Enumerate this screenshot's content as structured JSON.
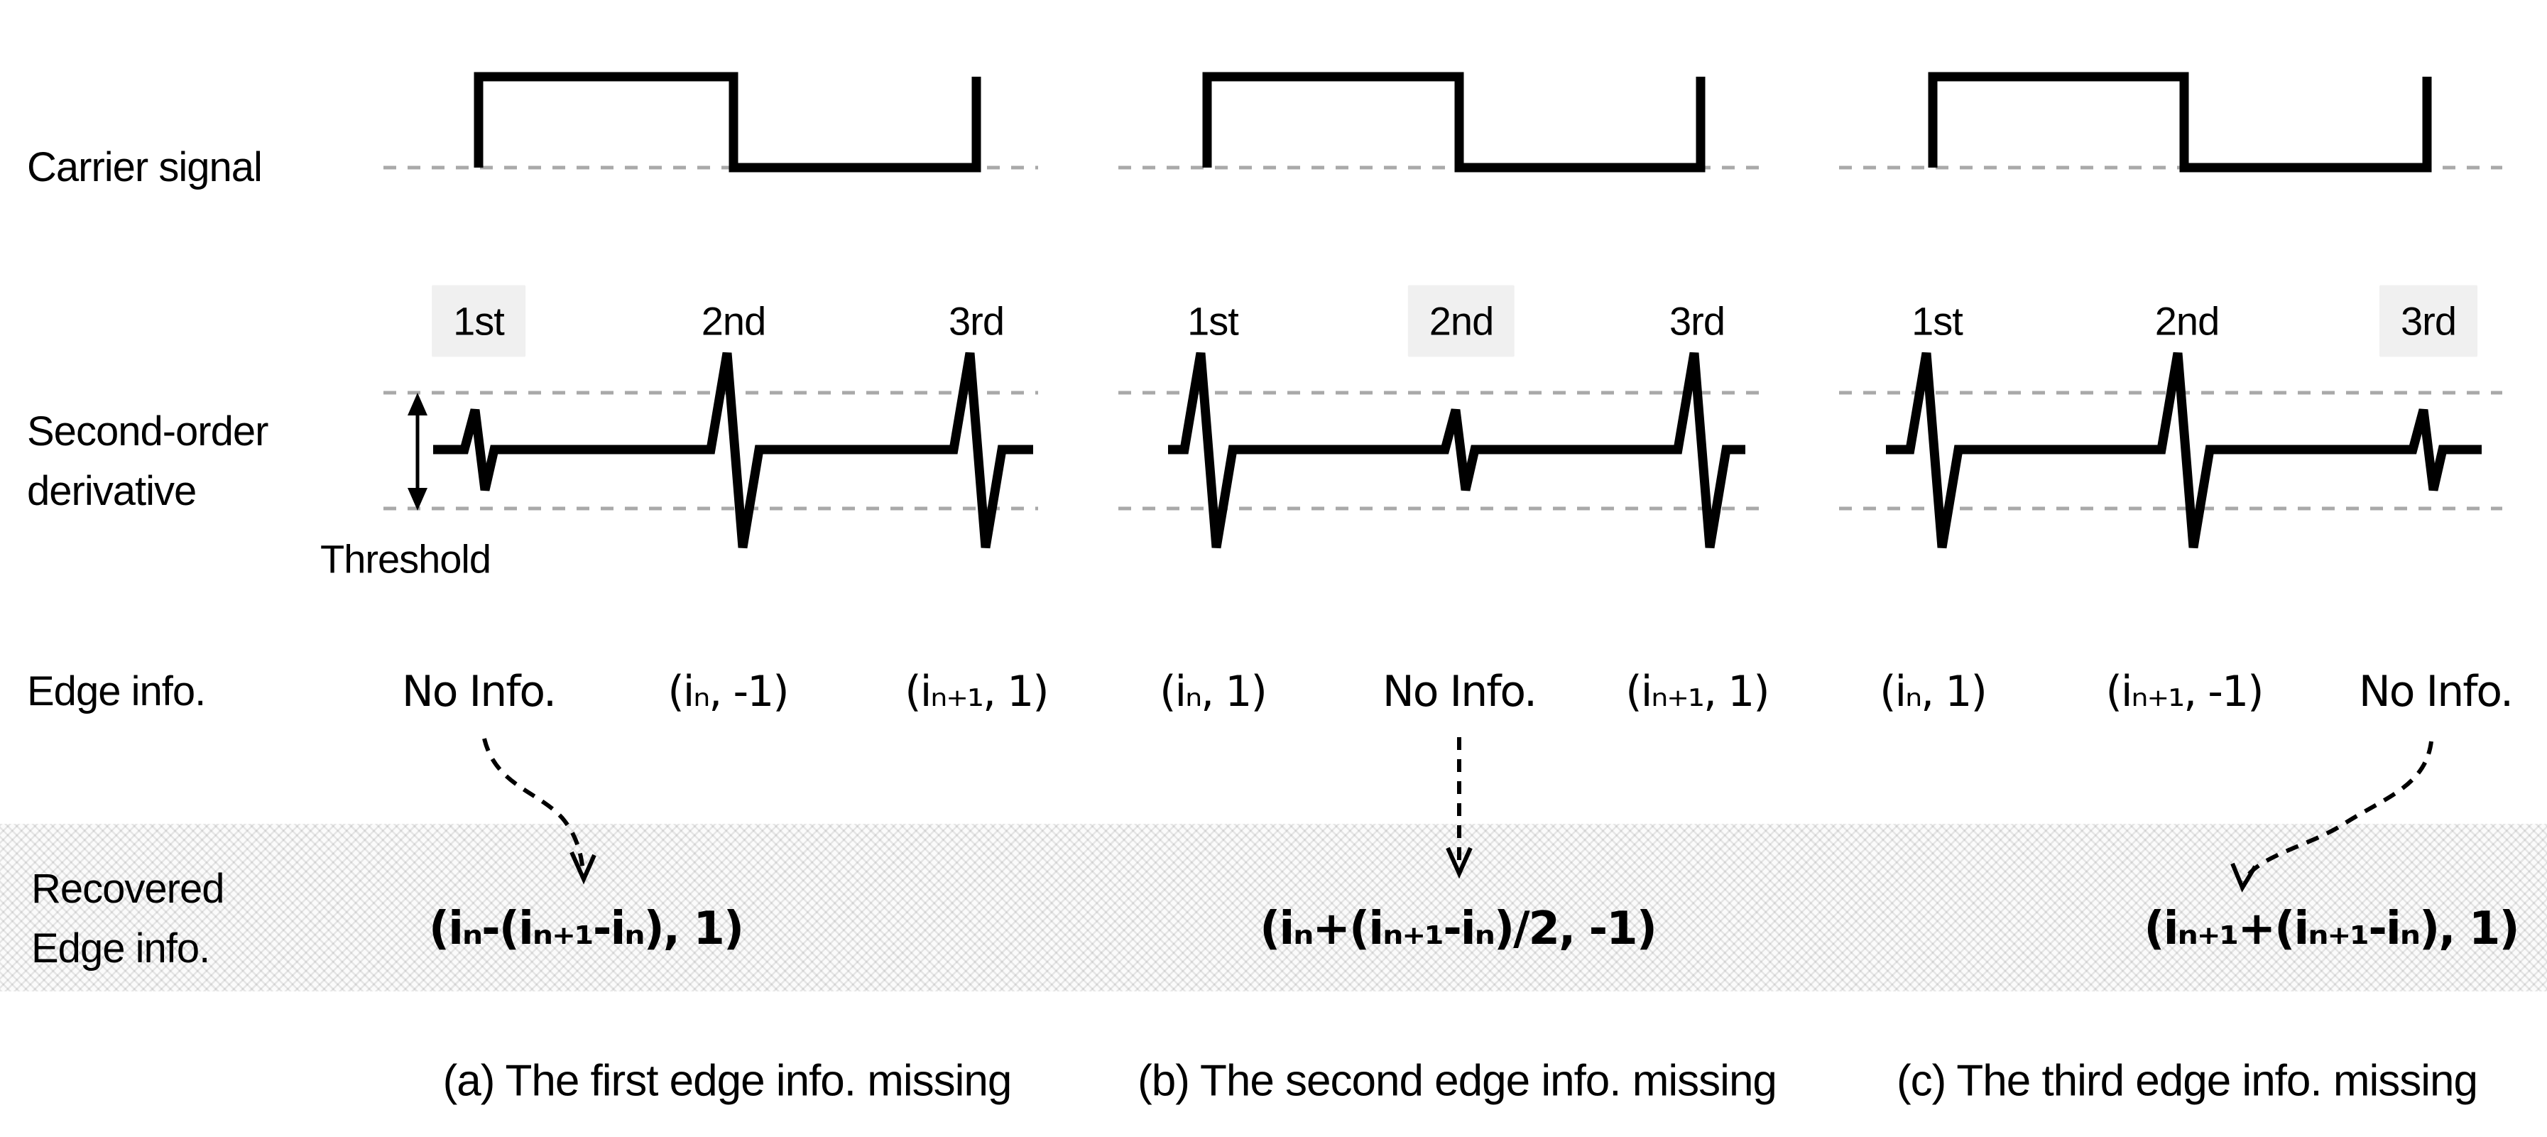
{
  "figure": {
    "labels": {
      "carrier": "Carrier signal",
      "derivative_line1": "Second-order",
      "derivative_line2": "derivative",
      "threshold": "Threshold",
      "edge_info": "Edge info.",
      "recovered_line1": "Recovered",
      "recovered_line2": "Edge info."
    },
    "panels": [
      {
        "id": "a",
        "caption": "(a) The first edge info. missing",
        "ordinals": [
          "1st",
          "2nd",
          "3rd"
        ],
        "highlighted_ordinal": "1st",
        "missing_edge": 1,
        "edge_info": [
          "No Info.",
          "(iₙ, -1)",
          "(iₙ₊₁, 1)"
        ],
        "recovered": "(iₙ-(iₙ₊₁-iₙ), 1)",
        "carrier_edges": [
          "rising",
          "falling",
          "rising"
        ],
        "derivative_pulses": [
          "small-below-threshold",
          "large",
          "large"
        ]
      },
      {
        "id": "b",
        "caption": "(b) The second edge info. missing",
        "ordinals": [
          "1st",
          "2nd",
          "3rd"
        ],
        "highlighted_ordinal": "2nd",
        "missing_edge": 2,
        "edge_info": [
          "(iₙ, 1)",
          "No Info.",
          "(iₙ₊₁, 1)"
        ],
        "recovered": "(iₙ+(iₙ₊₁-iₙ)/2, -1)",
        "carrier_edges": [
          "rising",
          "falling",
          "rising"
        ],
        "derivative_pulses": [
          "large",
          "small-below-threshold",
          "large"
        ]
      },
      {
        "id": "c",
        "caption": "(c) The third edge info. missing",
        "ordinals": [
          "1st",
          "2nd",
          "3rd"
        ],
        "highlighted_ordinal": "3rd",
        "missing_edge": 3,
        "edge_info": [
          "(iₙ, 1)",
          "(iₙ₊₁, -1)",
          "No Info."
        ],
        "recovered": "(iₙ₊₁+(iₙ₊₁-iₙ), 1)",
        "carrier_edges": [
          "rising",
          "falling",
          "rising"
        ],
        "derivative_pulses": [
          "large",
          "large",
          "small-below-threshold"
        ]
      }
    ],
    "colors": {
      "signal": "#000000",
      "guide_dash": "#a9a9a9",
      "ordinal_highlight": "#f0f0f0",
      "band_hatch": "#e2e2e2",
      "text": "#000000"
    }
  }
}
